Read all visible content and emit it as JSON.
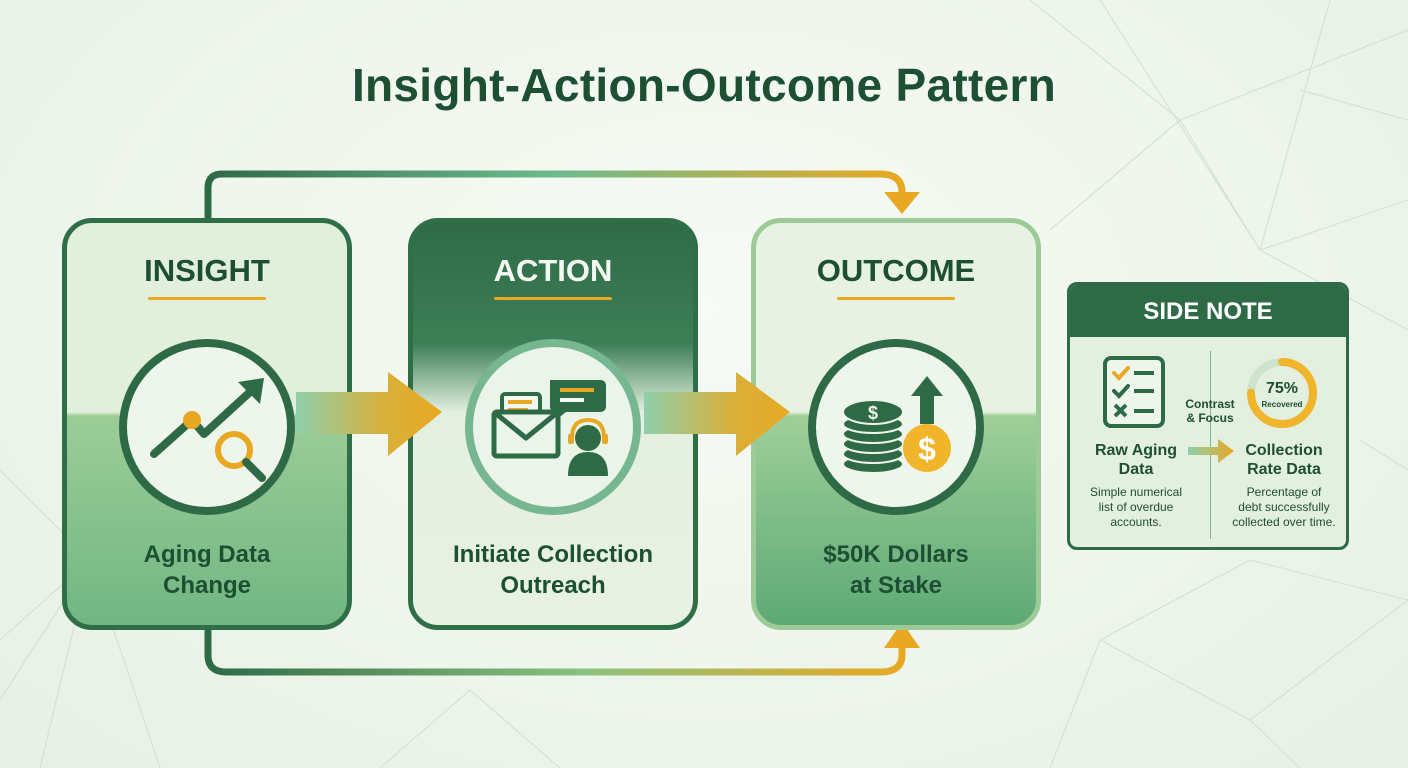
{
  "title": "Insight-Action-Outcome Pattern",
  "colors": {
    "dark_green": "#2f6a47",
    "mid_green": "#5ea878",
    "light_green": "#e3efdf",
    "gold": "#e8a823"
  },
  "stages": [
    {
      "label": "INSIGHT",
      "icon": "trend-chart-magnifier-icon",
      "sub_lines": [
        "Aging Data",
        "Change"
      ]
    },
    {
      "label": "ACTION",
      "icon": "mail-chat-agent-icon",
      "sub_lines": [
        "Initiate Collection",
        "Outreach"
      ]
    },
    {
      "label": "OUTCOME",
      "icon": "coins-dollar-arrow-icon",
      "sub_lines": [
        "$50K Dollars",
        "at Stake"
      ]
    }
  ],
  "side_note": {
    "heading": "SIDE NOTE",
    "left": {
      "icon": "checklist-icon",
      "title_lines": [
        "Raw Aging",
        "Data"
      ],
      "desc_lines": [
        "Simple numerical",
        "list of overdue",
        "accounts."
      ]
    },
    "center_lines": [
      "Contrast",
      "& Focus"
    ],
    "right": {
      "percent": "75%",
      "percent_value": 0.75,
      "ring_label": "Recovered",
      "title_lines": [
        "Collection",
        "Rate Data"
      ],
      "desc_lines": [
        "Percentage of",
        "debt successfully",
        "collected over time."
      ]
    }
  }
}
